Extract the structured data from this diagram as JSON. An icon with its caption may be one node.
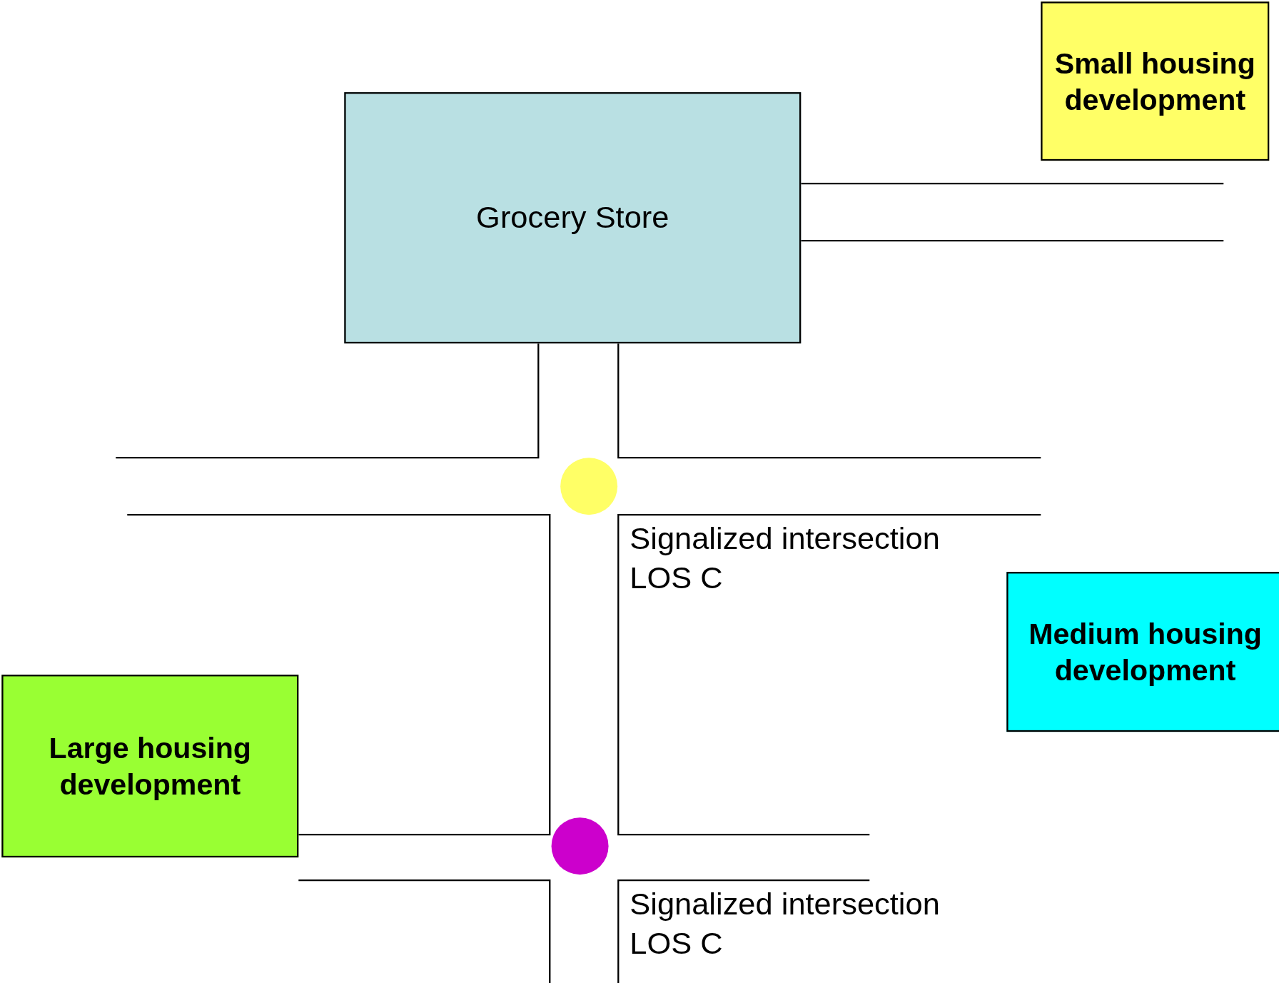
{
  "diagram": {
    "nodes": [
      {
        "text": [
          "Grocery Store"
        ]
      },
      {
        "text": [
          "Small housing development"
        ]
      },
      {
        "text": [],
        "shape": "circle",
        "beside": [
          "Signalized intersection LOS C"
        ]
      },
      {
        "text": [
          "Medium housing development"
        ]
      },
      {
        "text": [
          "Large housing development"
        ]
      },
      {
        "text": [],
        "shape": "circle",
        "beside": [
          "Signalized intersection LOS C"
        ]
      }
    ]
  }
}
